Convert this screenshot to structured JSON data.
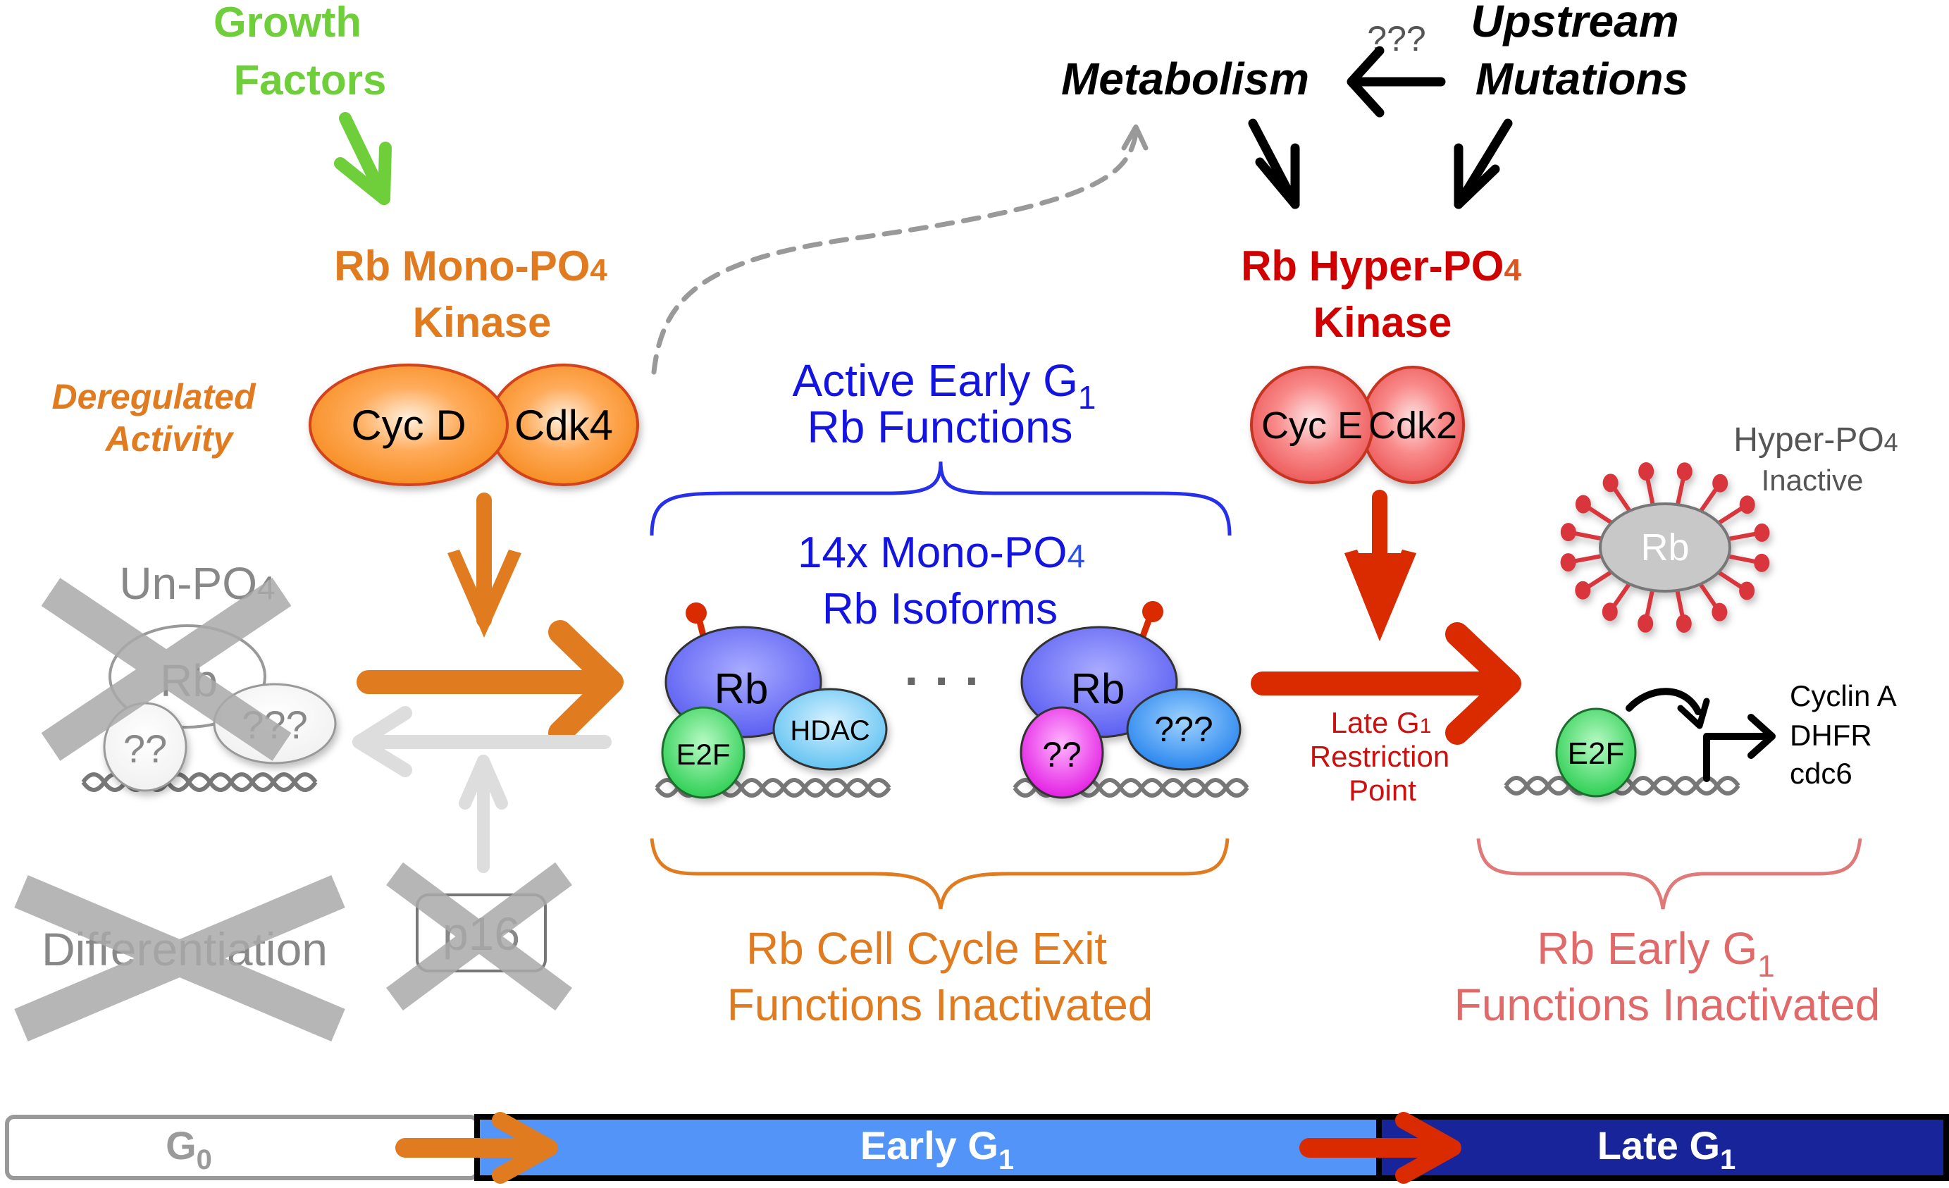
{
  "title": "Rb phosphorylation states through G0, early G1 and late G1",
  "colors": {
    "green": "#6fcf3a",
    "orange": "#e07b1f",
    "red": "#d92a00",
    "darkred": "#d10000",
    "blue": "#1414e0",
    "pink": "#e06a6a",
    "gray": "#8a8a8a",
    "lightgray": "#dcdcdc",
    "early_g1": "#5294f8",
    "late_g1": "#17249a"
  },
  "inputs": {
    "growth_factors": [
      "Growth",
      "Factors"
    ],
    "metabolism": "Metabolism",
    "unknown_link": "???",
    "upstream_mutations": [
      "Upstream",
      "Mutations"
    ]
  },
  "mono_kinase": {
    "title_line1": "Rb Mono-PO",
    "title_sub": "4",
    "title_line2": "Kinase",
    "cyclin": "Cyc D",
    "cdk": "Cdk4",
    "note": [
      "Deregulated",
      "Activity"
    ]
  },
  "hyper_kinase": {
    "title_line1": "Rb Hyper-PO",
    "title_sub": "4",
    "title_line2": "Kinase",
    "cyclin": "Cyc E",
    "cdk": "Cdk2"
  },
  "unphos": {
    "label": "Un-PO",
    "label_sub": "4",
    "rb": "Rb",
    "partner1": "??",
    "partner2": "???"
  },
  "blocked": {
    "differentiation": "Differentiation",
    "p16": "p16"
  },
  "active": {
    "title_line1": "Active Early G",
    "title_sub": "1",
    "title_line2": "Rb Functions",
    "isoforms_line1": "14x Mono-PO",
    "isoforms_sub": "4",
    "isoforms_line2": "Rb Isoforms",
    "complex1": {
      "rb": "Rb",
      "e2f": "E2F",
      "hdac": "HDAC"
    },
    "ellipsis": "· · ·",
    "complex2": {
      "rb": "Rb",
      "partner1": "??",
      "partner2": "???"
    }
  },
  "restriction": {
    "line1": "Late G",
    "line1_sub": "1",
    "line2": "Restriction",
    "line3": "Point"
  },
  "hyper": {
    "label_line1": "Hyper-PO",
    "label_sub": "4",
    "label_line2": "Inactive",
    "rb": "Rb",
    "e2f": "E2F",
    "genes": [
      "Cyclin A",
      "DHFR",
      "cdc6"
    ]
  },
  "outcomes": {
    "exit_line1": "Rb Cell Cycle Exit",
    "exit_line2": "Functions Inactivated",
    "early_line1": "Rb Early G",
    "early_sub": "1",
    "early_line2": "Functions Inactivated"
  },
  "phase_bar": [
    {
      "label": "G",
      "sub": "0"
    },
    {
      "label": "Early G",
      "sub": "1"
    },
    {
      "label": "Late G",
      "sub": "1"
    }
  ]
}
